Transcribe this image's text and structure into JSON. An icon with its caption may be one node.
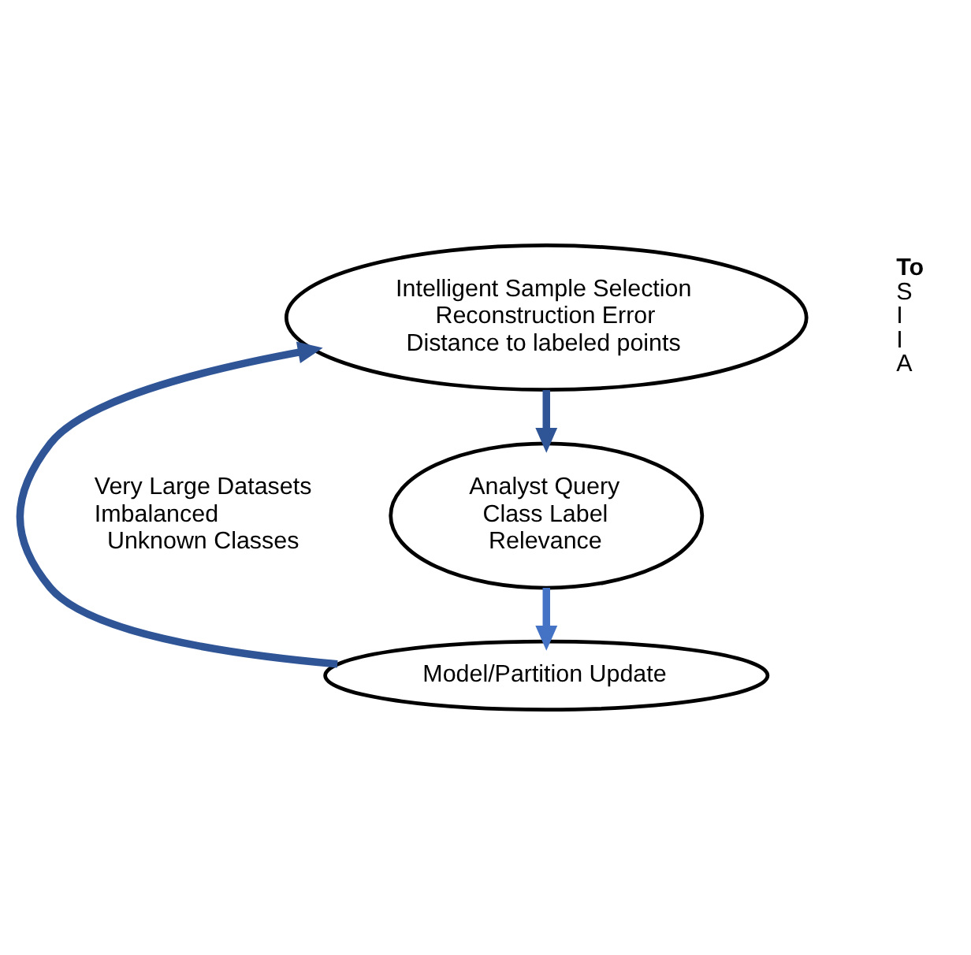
{
  "diagram": {
    "nodes": [
      {
        "text": [
          "Intelligent Sample Selection",
          "Reconstruction Error",
          "Distance to labeled points"
        ]
      },
      {
        "text": [
          "Analyst Query",
          "Class Label",
          "Relevance"
        ]
      },
      {
        "text": [
          "Model/Partition Update"
        ]
      }
    ],
    "edges": [
      {
        "from": 0,
        "to": 1,
        "arrow": "to"
      },
      {
        "from": 1,
        "to": 2,
        "arrow": "to",
        "color": "#4472c4"
      },
      {
        "from": 2,
        "to": 0,
        "arrow": "to"
      }
    ],
    "labels": [
      "Very Large Datasets",
      "Imbalanced",
      "Unknown Classes",
      "To",
      "S",
      "I",
      "I",
      "A"
    ]
  }
}
